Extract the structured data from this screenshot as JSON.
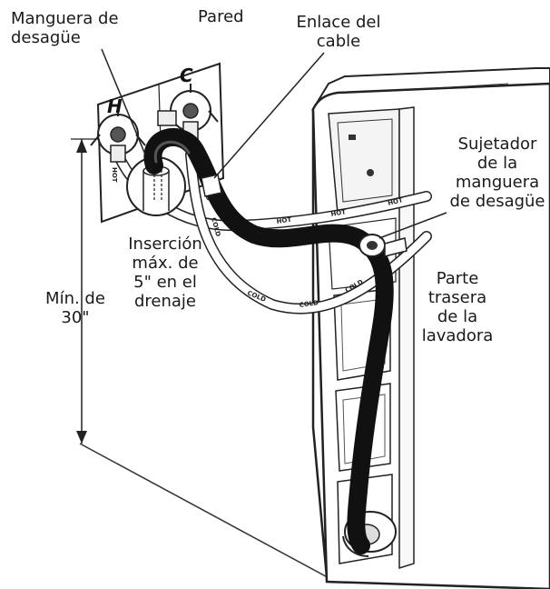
{
  "labels": {
    "drain_hose": "Manguera de\ndesagüe",
    "wall": "Pared",
    "cable_tie": "Enlace del\ncable",
    "hose_clamp": "Sujetador\nde la\nmanguera\nde desagüe",
    "insertion": "Inserción\nmáx. de\n5\" en el\ndrenaje",
    "min_height": "Mín. de\n30\"",
    "washer_back": "Parte\ntrasera\nde la\nlavadora"
  },
  "valves": {
    "hot": "H",
    "cold": "C"
  },
  "hose_tags": {
    "hot": "HOT",
    "cold": "COLD"
  }
}
